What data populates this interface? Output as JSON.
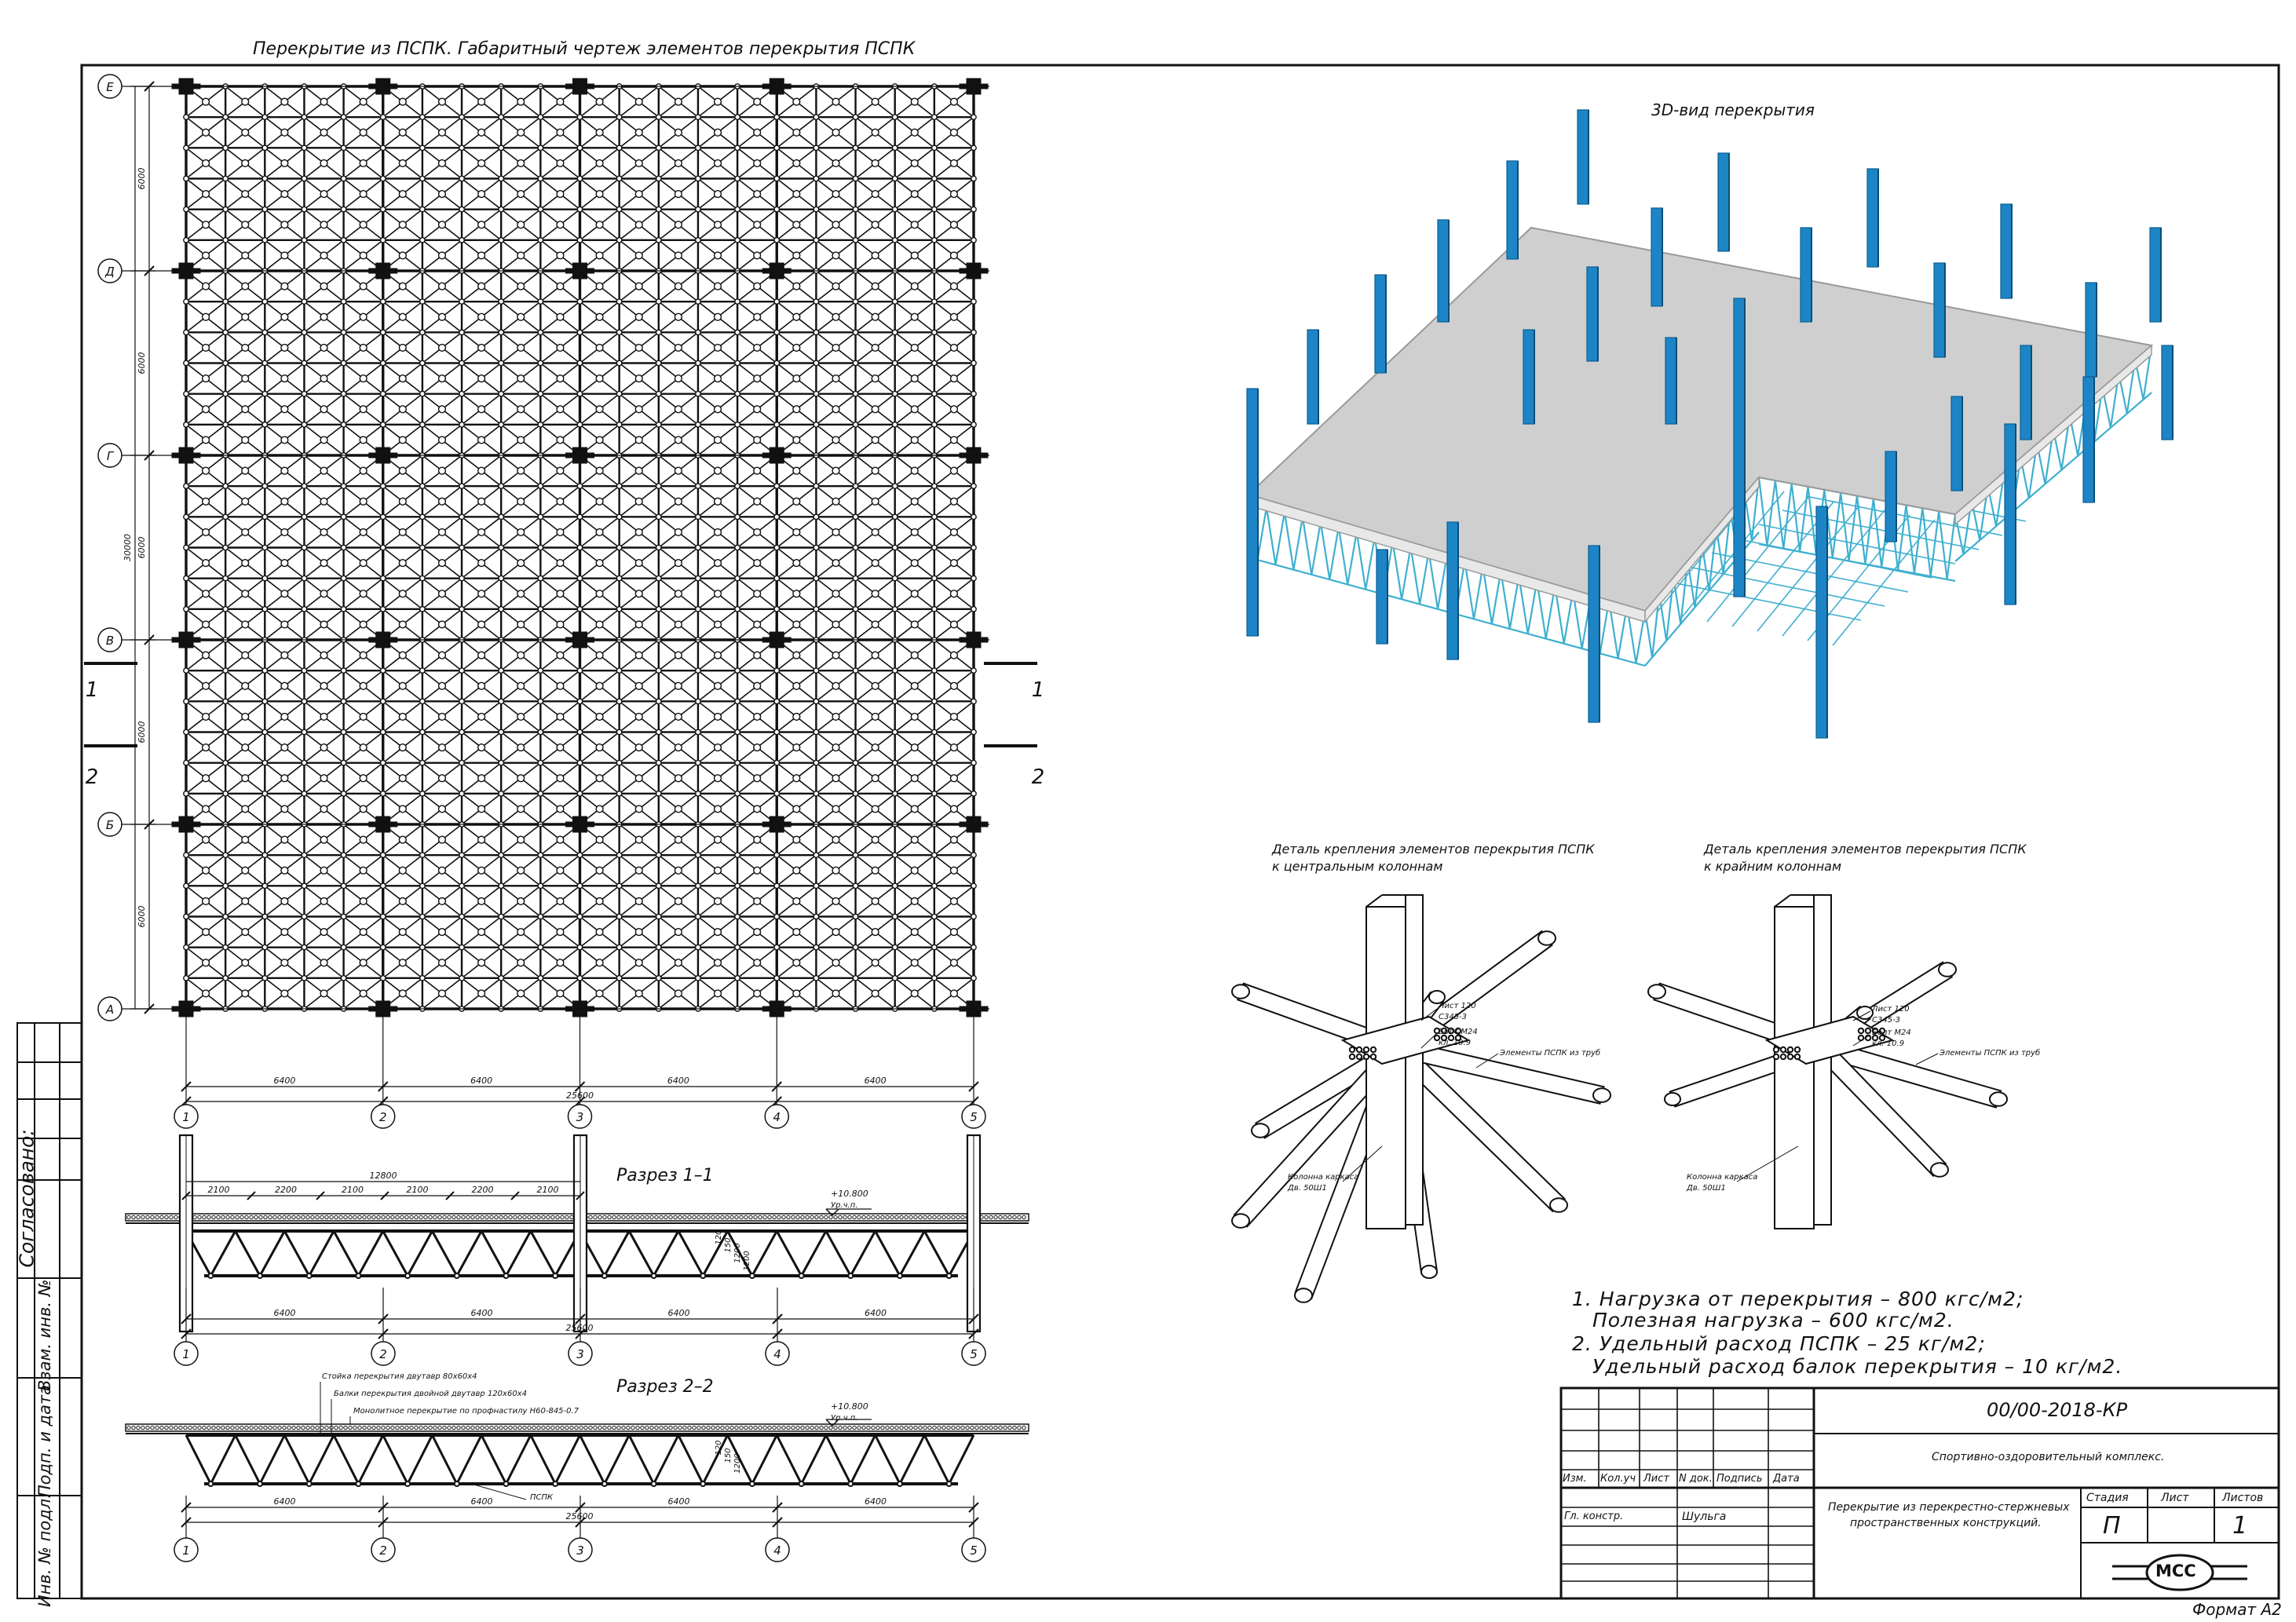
{
  "plan": {
    "title": "Перекрытие из ПСПК. Габаритный чертеж элементов перекрытия ПСПК",
    "row_axes": [
      "Е",
      "Д",
      "Г",
      "В",
      "Б",
      "А"
    ],
    "col_axes": [
      "1",
      "2",
      "3",
      "4",
      "5"
    ],
    "row_spacing": [
      "6000",
      "6000",
      "6000",
      "6000",
      "6000"
    ],
    "total_height": "30000",
    "col_spacing": [
      "6400",
      "6400",
      "6400",
      "6400"
    ],
    "total_width": "25600",
    "cut_marks": [
      "1",
      "2"
    ]
  },
  "section1": {
    "title": "Разрез 1–1",
    "top_dims": [
      "2100",
      "2200",
      "2100",
      "2100",
      "2200",
      "2100"
    ],
    "top_total": "12800",
    "level": "+10.800",
    "level_note": "Ур.ч.п.",
    "heights": [
      "120",
      "150",
      "1200",
      "1200"
    ],
    "bottom_dims": [
      "6400",
      "6400",
      "6400",
      "6400"
    ],
    "bottom_total": "25600",
    "col_axes": [
      "1",
      "2",
      "3",
      "4",
      "5"
    ]
  },
  "section2": {
    "title": "Разрез 2–2",
    "callouts": [
      "Стойка перекрытия двутавр 80х60х4",
      "Балки перекрытия двойной двутавр 120х60х4",
      "Монолитное перекрытие по профнастилу Н60-845-0.7"
    ],
    "pspk_label": "ПСПК",
    "level": "+10.800",
    "level_note": "Ур.ч.п.",
    "heights": [
      "120",
      "150",
      "1200"
    ],
    "bottom_dims": [
      "6400",
      "6400",
      "6400",
      "6400"
    ],
    "bottom_total": "25600",
    "col_axes": [
      "1",
      "2",
      "3",
      "4",
      "5"
    ]
  },
  "view3d": {
    "title": "3D-вид перекрытия"
  },
  "detail_central": {
    "title_line1": "Деталь крепления элементов перекрытия ПСПК",
    "title_line2": "к центральным колоннам",
    "labels": [
      "Лист 120",
      "С345-3",
      "Болт М24",
      "кл. 10.9",
      "Элементы ПСПК из труб",
      "Колонна каркаса",
      "Дв. 50Ш1"
    ]
  },
  "detail_edge": {
    "title_line1": "Деталь крепления элементов перекрытия ПСПК",
    "title_line2": "к крайним колоннам",
    "labels": [
      "Лист 120",
      "С345-3",
      "Болт М24",
      "кл. 10.9",
      "Элементы ПСПК из труб",
      "Колонна каркаса",
      "Дв. 50Ш1"
    ]
  },
  "notes": [
    "1. Нагрузка от перекрытия – 800 кгс/м2;",
    "Полезная нагрузка – 600 кгс/м2.",
    "2. Удельный расход ПСПК – 25 кг/м2;",
    "Удельный расход балок перекрытия – 10 кг/м2."
  ],
  "stamp": {
    "code": "00/00-2018-КР",
    "project": "Спортивно-оздоровительный комплекс.",
    "sheet_title_1": "Перекрытие из перекрестно-стержневых",
    "sheet_title_2": "пространственных конструкций.",
    "headers": [
      "Изм.",
      "Кол.уч",
      "Лист",
      "N док.",
      "Подпись",
      "Дата"
    ],
    "role": "Гл. констр.",
    "name": "Шульга",
    "stage_label": "Стадия",
    "sheet_label": "Лист",
    "sheets_label": "Листов",
    "stage": "П",
    "sheets": "1",
    "logo": "МСС",
    "format": "Формат А2"
  },
  "sidebar": [
    "Согласовано:",
    "Взам. инв. №",
    "Подп. и дата",
    "Инв. № подл."
  ],
  "colors": {
    "line": "#111111",
    "column": "#1d85c6",
    "truss": "#3fb0cf",
    "slab": "#cfcfcf",
    "slab_edge": "#e8e8e8"
  }
}
